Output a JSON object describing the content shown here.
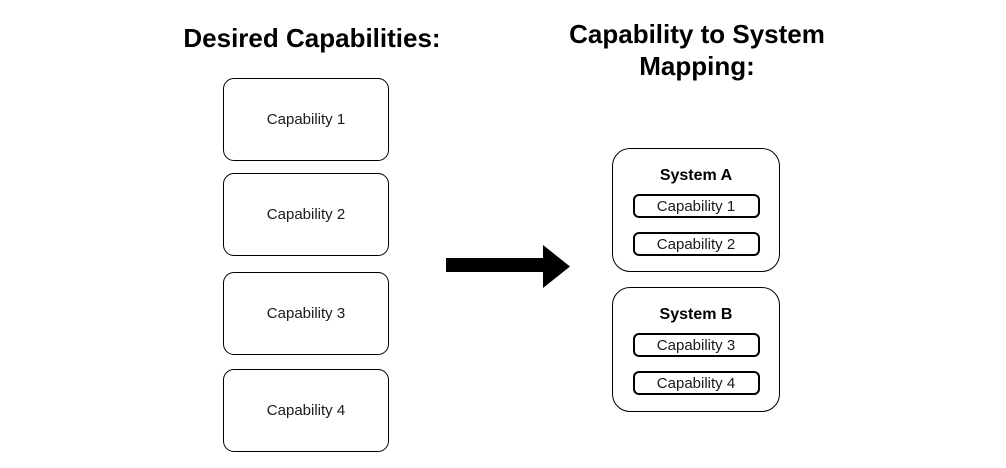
{
  "left_column": {
    "title": "Desired Capabilities:",
    "boxes": [
      {
        "label": "Capability 1"
      },
      {
        "label": "Capability 2"
      },
      {
        "label": "Capability 3"
      },
      {
        "label": "Capability 4"
      }
    ]
  },
  "arrow": {
    "icon": "right-arrow",
    "color": "#000000"
  },
  "right_column": {
    "title": "Capability to System Mapping:",
    "systems": [
      {
        "title": "System A",
        "boxes": [
          {
            "label": "Capability 1"
          },
          {
            "label": "Capability 2"
          }
        ]
      },
      {
        "title": "System B",
        "boxes": [
          {
            "label": "Capability 3"
          },
          {
            "label": "Capability 4"
          }
        ]
      }
    ]
  }
}
